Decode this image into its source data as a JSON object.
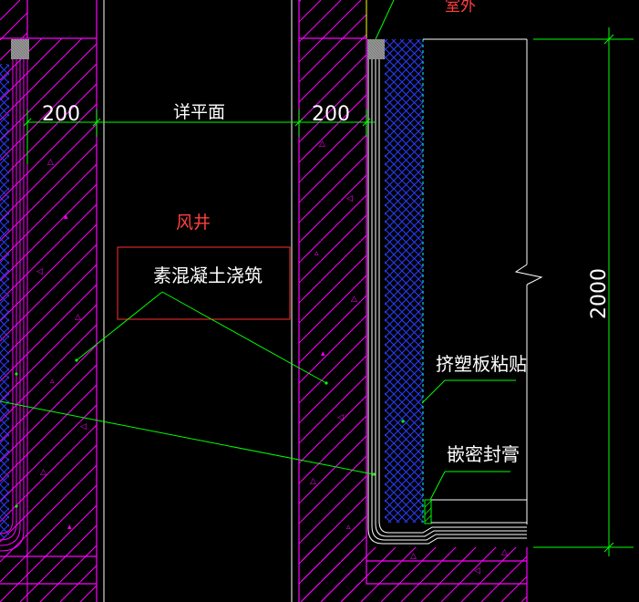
{
  "labels": {
    "top_cut": "室外",
    "dim_left": "200",
    "dim_mid": "详平面",
    "dim_right": "200",
    "shaft": "风井",
    "concrete_note": "素混凝土浇筑",
    "xps_note": "挤塑板粘贴",
    "sealant_note": "嵌密封膏",
    "height_dim": "2000"
  },
  "colors": {
    "background": "#000000",
    "wall_outline": "#ff00ff",
    "hatch": "#ff00ff",
    "dimension": "#00ff00",
    "leader": "#00ff00",
    "label_text": "#ffffff",
    "shaft_label": "#ff4040",
    "annotation_box": "#ff3030",
    "insulation": "#1e2cff",
    "waterproof_layer": "#ffffff",
    "corner_block": "#888888",
    "sealant": "#00ff00",
    "dim_text": "#ffffff",
    "vertical_guide": "#ffffff",
    "dotted_edge": "#00ffff"
  },
  "icons": {
    "break_symbol": "zigzag-break-line",
    "tick_marks": "dimension-tick"
  }
}
